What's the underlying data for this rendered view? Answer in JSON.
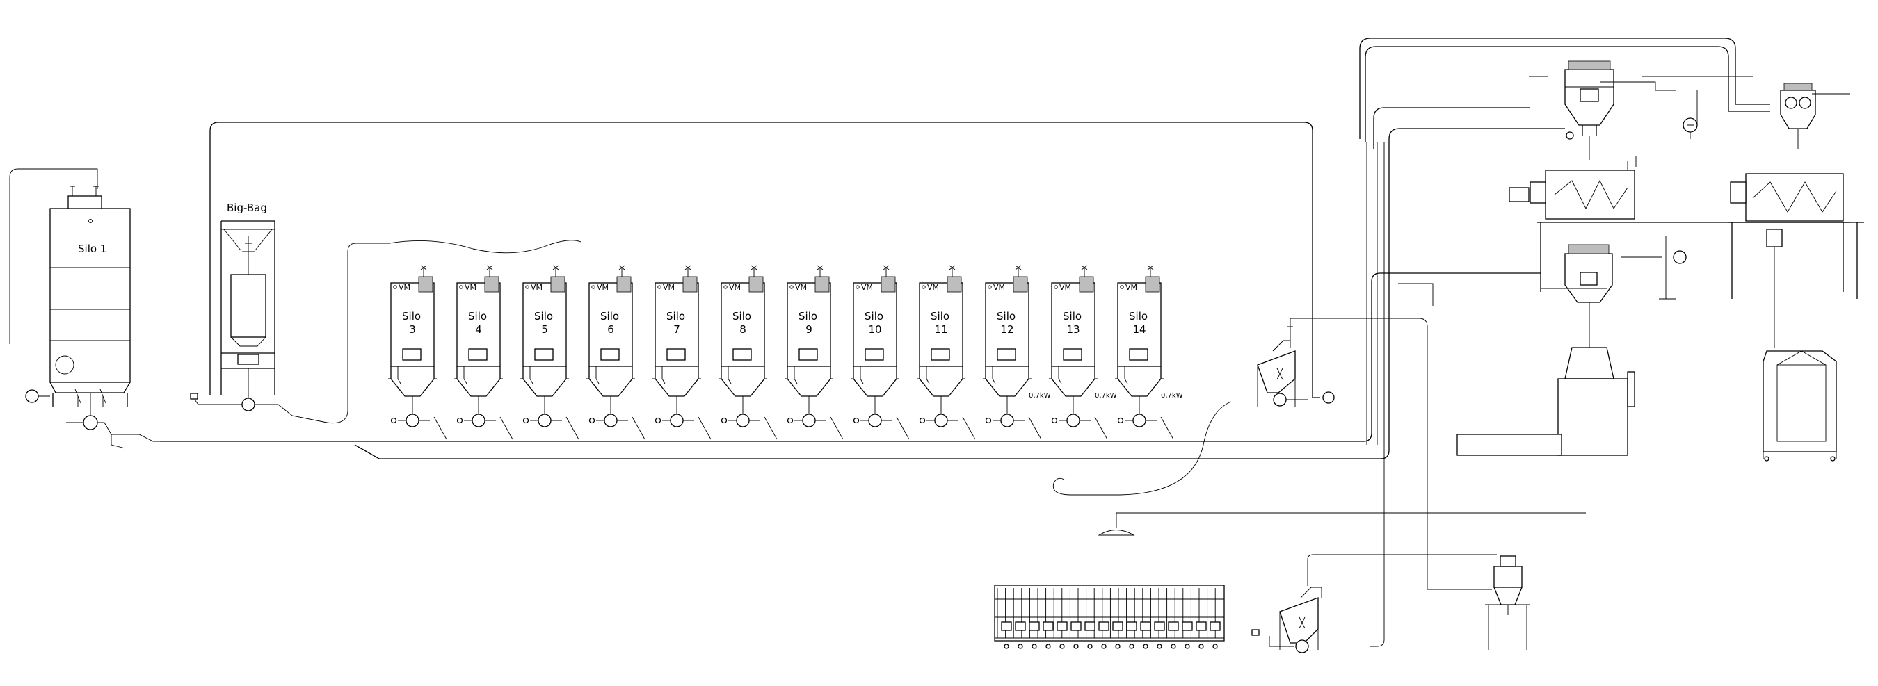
{
  "silo1": {
    "label": "Silo 1"
  },
  "bigbag": {
    "label": "Big-Bag"
  },
  "silos": [
    {
      "line1": "Silo",
      "line2": "3",
      "tag": "VM",
      "motor": ""
    },
    {
      "line1": "Silo",
      "line2": "4",
      "tag": "VM",
      "motor": ""
    },
    {
      "line1": "Silo",
      "line2": "5",
      "tag": "VM",
      "motor": ""
    },
    {
      "line1": "Silo",
      "line2": "6",
      "tag": "VM",
      "motor": ""
    },
    {
      "line1": "Silo",
      "line2": "7",
      "tag": "VM",
      "motor": ""
    },
    {
      "line1": "Silo",
      "line2": "8",
      "tag": "VM",
      "motor": ""
    },
    {
      "line1": "Silo",
      "line2": "9",
      "tag": "VM",
      "motor": ""
    },
    {
      "line1": "Silo",
      "line2": "10",
      "tag": "VM",
      "motor": ""
    },
    {
      "line1": "Silo",
      "line2": "11",
      "tag": "VM",
      "motor": ""
    },
    {
      "line1": "Silo",
      "line2": "12",
      "tag": "VM",
      "motor": "0,7kW"
    },
    {
      "line1": "Silo",
      "line2": "13",
      "tag": "VM",
      "motor": "0,7kW"
    },
    {
      "line1": "Silo",
      "line2": "14",
      "tag": "VM",
      "motor": "0,7kW"
    }
  ]
}
